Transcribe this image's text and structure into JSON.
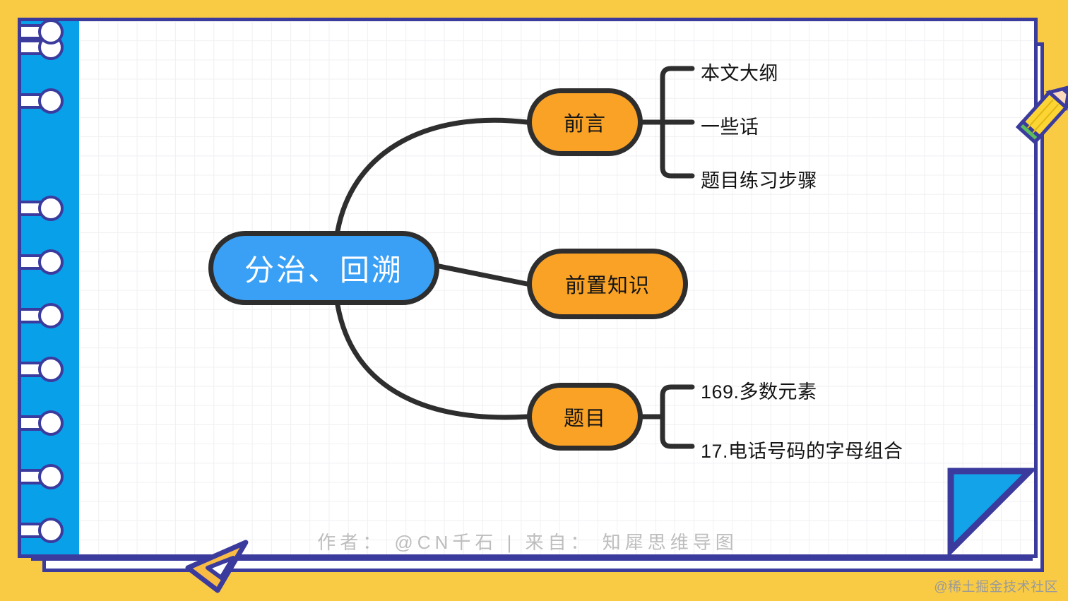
{
  "mindmap": {
    "root": {
      "label": "分治、回溯",
      "color": "#3AA0F5"
    },
    "branches": [
      {
        "label": "前言",
        "color": "#F9A226",
        "leaves": [
          "本文大纲",
          "一些话",
          "题目练习步骤"
        ]
      },
      {
        "label": "前置知识",
        "color": "#F9A226",
        "leaves": []
      },
      {
        "label": "题目",
        "color": "#F9A226",
        "leaves": [
          "169.多数元素",
          "17.电话号码的字母组合"
        ]
      }
    ]
  },
  "credit": "作者： @CN千石  |  来自： 知犀思维导图",
  "watermark": "@稀土掘金技术社区",
  "theme": {
    "page_border": "#F9CB44",
    "frame_line": "#3B3B9E",
    "spine": "#08A0E9",
    "stroke": "#2E2E2E",
    "fold": "#13A3E8"
  },
  "decorations": {
    "pencil": "pencil-icon",
    "triangle_ruler": "triangle-ruler-icon",
    "spiral_rings": 10
  }
}
